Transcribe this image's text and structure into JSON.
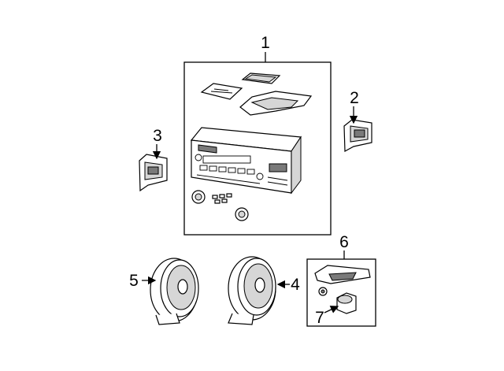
{
  "callouts": [
    {
      "id": "c1",
      "label": "1"
    },
    {
      "id": "c2",
      "label": "2"
    },
    {
      "id": "c3",
      "label": "3"
    },
    {
      "id": "c4",
      "label": "4"
    },
    {
      "id": "c5",
      "label": "5"
    },
    {
      "id": "c6",
      "label": "6"
    },
    {
      "id": "c7",
      "label": "7"
    }
  ],
  "icons": {
    "radio": "radio-receiver-icon",
    "bracket": "mounting-bracket-icon",
    "speaker": "speaker-icon",
    "tweeter_cover": "tweeter-cover-icon",
    "tweeter": "tweeter-icon"
  }
}
